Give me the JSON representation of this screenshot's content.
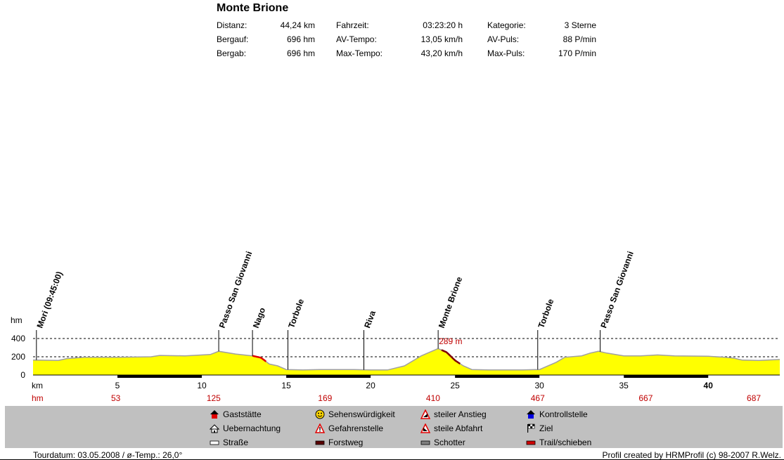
{
  "header": {
    "title": "Monte Brione",
    "stats": [
      {
        "label": "Distanz:",
        "value": "44,24 km"
      },
      {
        "label": "Bergauf:",
        "value": "696 hm"
      },
      {
        "label": "Bergab:",
        "value": "696 hm"
      },
      {
        "label": "Fahrzeit:",
        "value": "03:23:20 h"
      },
      {
        "label": "AV-Tempo:",
        "value": "13,05 km/h"
      },
      {
        "label": "Max-Tempo:",
        "value": "43,20 km/h"
      },
      {
        "label": "Kategorie:",
        "value": "3 Sterne"
      },
      {
        "label": "AV-Puls:",
        "value": "88 P/min"
      },
      {
        "label": "Max-Puls:",
        "value": "170 P/min"
      }
    ]
  },
  "chart_data": {
    "type": "area",
    "xlabel": "km",
    "ylabel": "hm",
    "xlim": [
      0,
      44.24
    ],
    "ylim": [
      0,
      400
    ],
    "yticks": [
      "0",
      "200",
      "400"
    ],
    "xticks": [
      {
        "v": 5,
        "label": "5",
        "bold": false
      },
      {
        "v": 10,
        "label": "10",
        "bold": false
      },
      {
        "v": 15,
        "label": "15",
        "bold": false
      },
      {
        "v": 20,
        "label": "20",
        "bold": false
      },
      {
        "v": 25,
        "label": "25",
        "bold": false
      },
      {
        "v": 30,
        "label": "30",
        "bold": false
      },
      {
        "v": 35,
        "label": "35",
        "bold": false
      },
      {
        "v": 40,
        "label": "40",
        "bold": true
      }
    ],
    "cumulative_hm": [
      {
        "v": 4.9,
        "label": "53"
      },
      {
        "v": 10.7,
        "label": "125"
      },
      {
        "v": 17.3,
        "label": "169"
      },
      {
        "v": 23.7,
        "label": "410"
      },
      {
        "v": 29.9,
        "label": "467"
      },
      {
        "v": 36.3,
        "label": "667"
      },
      {
        "v": 42.7,
        "label": "687"
      }
    ],
    "profile": [
      [
        0,
        165
      ],
      [
        1.5,
        160
      ],
      [
        2,
        180
      ],
      [
        3,
        195
      ],
      [
        5,
        195
      ],
      [
        7,
        200
      ],
      [
        7.5,
        215
      ],
      [
        9,
        210
      ],
      [
        10.5,
        225
      ],
      [
        11,
        260
      ],
      [
        12,
        230
      ],
      [
        13,
        210
      ],
      [
        13.5,
        190
      ],
      [
        14,
        120
      ],
      [
        14.5,
        100
      ],
      [
        15,
        60
      ],
      [
        16,
        55
      ],
      [
        17,
        60
      ],
      [
        19,
        60
      ],
      [
        20,
        55
      ],
      [
        21,
        55
      ],
      [
        22,
        100
      ],
      [
        23,
        210
      ],
      [
        24,
        290
      ],
      [
        24.5,
        250
      ],
      [
        25,
        160
      ],
      [
        25.5,
        100
      ],
      [
        26,
        60
      ],
      [
        27,
        55
      ],
      [
        29,
        55
      ],
      [
        30,
        60
      ],
      [
        31,
        140
      ],
      [
        31.5,
        195
      ],
      [
        32.5,
        210
      ],
      [
        33,
        240
      ],
      [
        33.5,
        260
      ],
      [
        34,
        240
      ],
      [
        35,
        210
      ],
      [
        36,
        210
      ],
      [
        37,
        220
      ],
      [
        38,
        210
      ],
      [
        40,
        205
      ],
      [
        41,
        195
      ],
      [
        41.5,
        185
      ],
      [
        42,
        165
      ],
      [
        43,
        160
      ],
      [
        44.24,
        170
      ]
    ],
    "steep_segments": [
      [
        13,
        13.8
      ],
      [
        24.2,
        25.3
      ]
    ],
    "max_marker": {
      "x": 24,
      "label": "289 m"
    },
    "waypoints": [
      {
        "x": 0.2,
        "label": "Mori (09:45:00)"
      },
      {
        "x": 11,
        "label": "Passo San Giovanni"
      },
      {
        "x": 13,
        "label": "Nago"
      },
      {
        "x": 15.1,
        "label": "Torbole"
      },
      {
        "x": 19.6,
        "label": "Riva"
      },
      {
        "x": 24,
        "label": "Monte Brione"
      },
      {
        "x": 29.9,
        "label": "Torbole"
      },
      {
        "x": 33.6,
        "label": "Passo San Giovanni"
      }
    ],
    "surface": [
      [
        5,
        10,
        "forest"
      ],
      [
        15,
        20,
        "forest"
      ],
      [
        25,
        30,
        "forest"
      ],
      [
        35,
        40,
        "forest"
      ]
    ],
    "dashed_levels": [
      200,
      400
    ]
  },
  "legend": [
    {
      "label": "Gaststätte",
      "icon": "house-red"
    },
    {
      "label": "Sehenswürdigkeit",
      "icon": "smiley"
    },
    {
      "label": "steiler Anstieg",
      "icon": "warning-triangle"
    },
    {
      "label": "Kontrollstelle",
      "icon": "house-blue"
    },
    {
      "label": "Uebernachtung",
      "icon": "hut"
    },
    {
      "label": "Gefahrenstelle",
      "icon": "danger-triangle"
    },
    {
      "label": "steile Abfahrt",
      "icon": "warning-triangle-dark"
    },
    {
      "label": "Ziel",
      "icon": "flag"
    },
    {
      "label": "Straße",
      "icon": "white-bar"
    },
    {
      "label": "Forstweg",
      "icon": "darkred-bar"
    },
    {
      "label": "Schotter",
      "icon": "grey-bar"
    },
    {
      "label": "Trail/schieben",
      "icon": "red-bar"
    }
  ],
  "footer": {
    "left": "Tourdatum: 03.05.2008  /  ø-Temp.: 26,0°",
    "right": "Profil created by HRMProfil (c) 98-2007 R.Welz."
  }
}
